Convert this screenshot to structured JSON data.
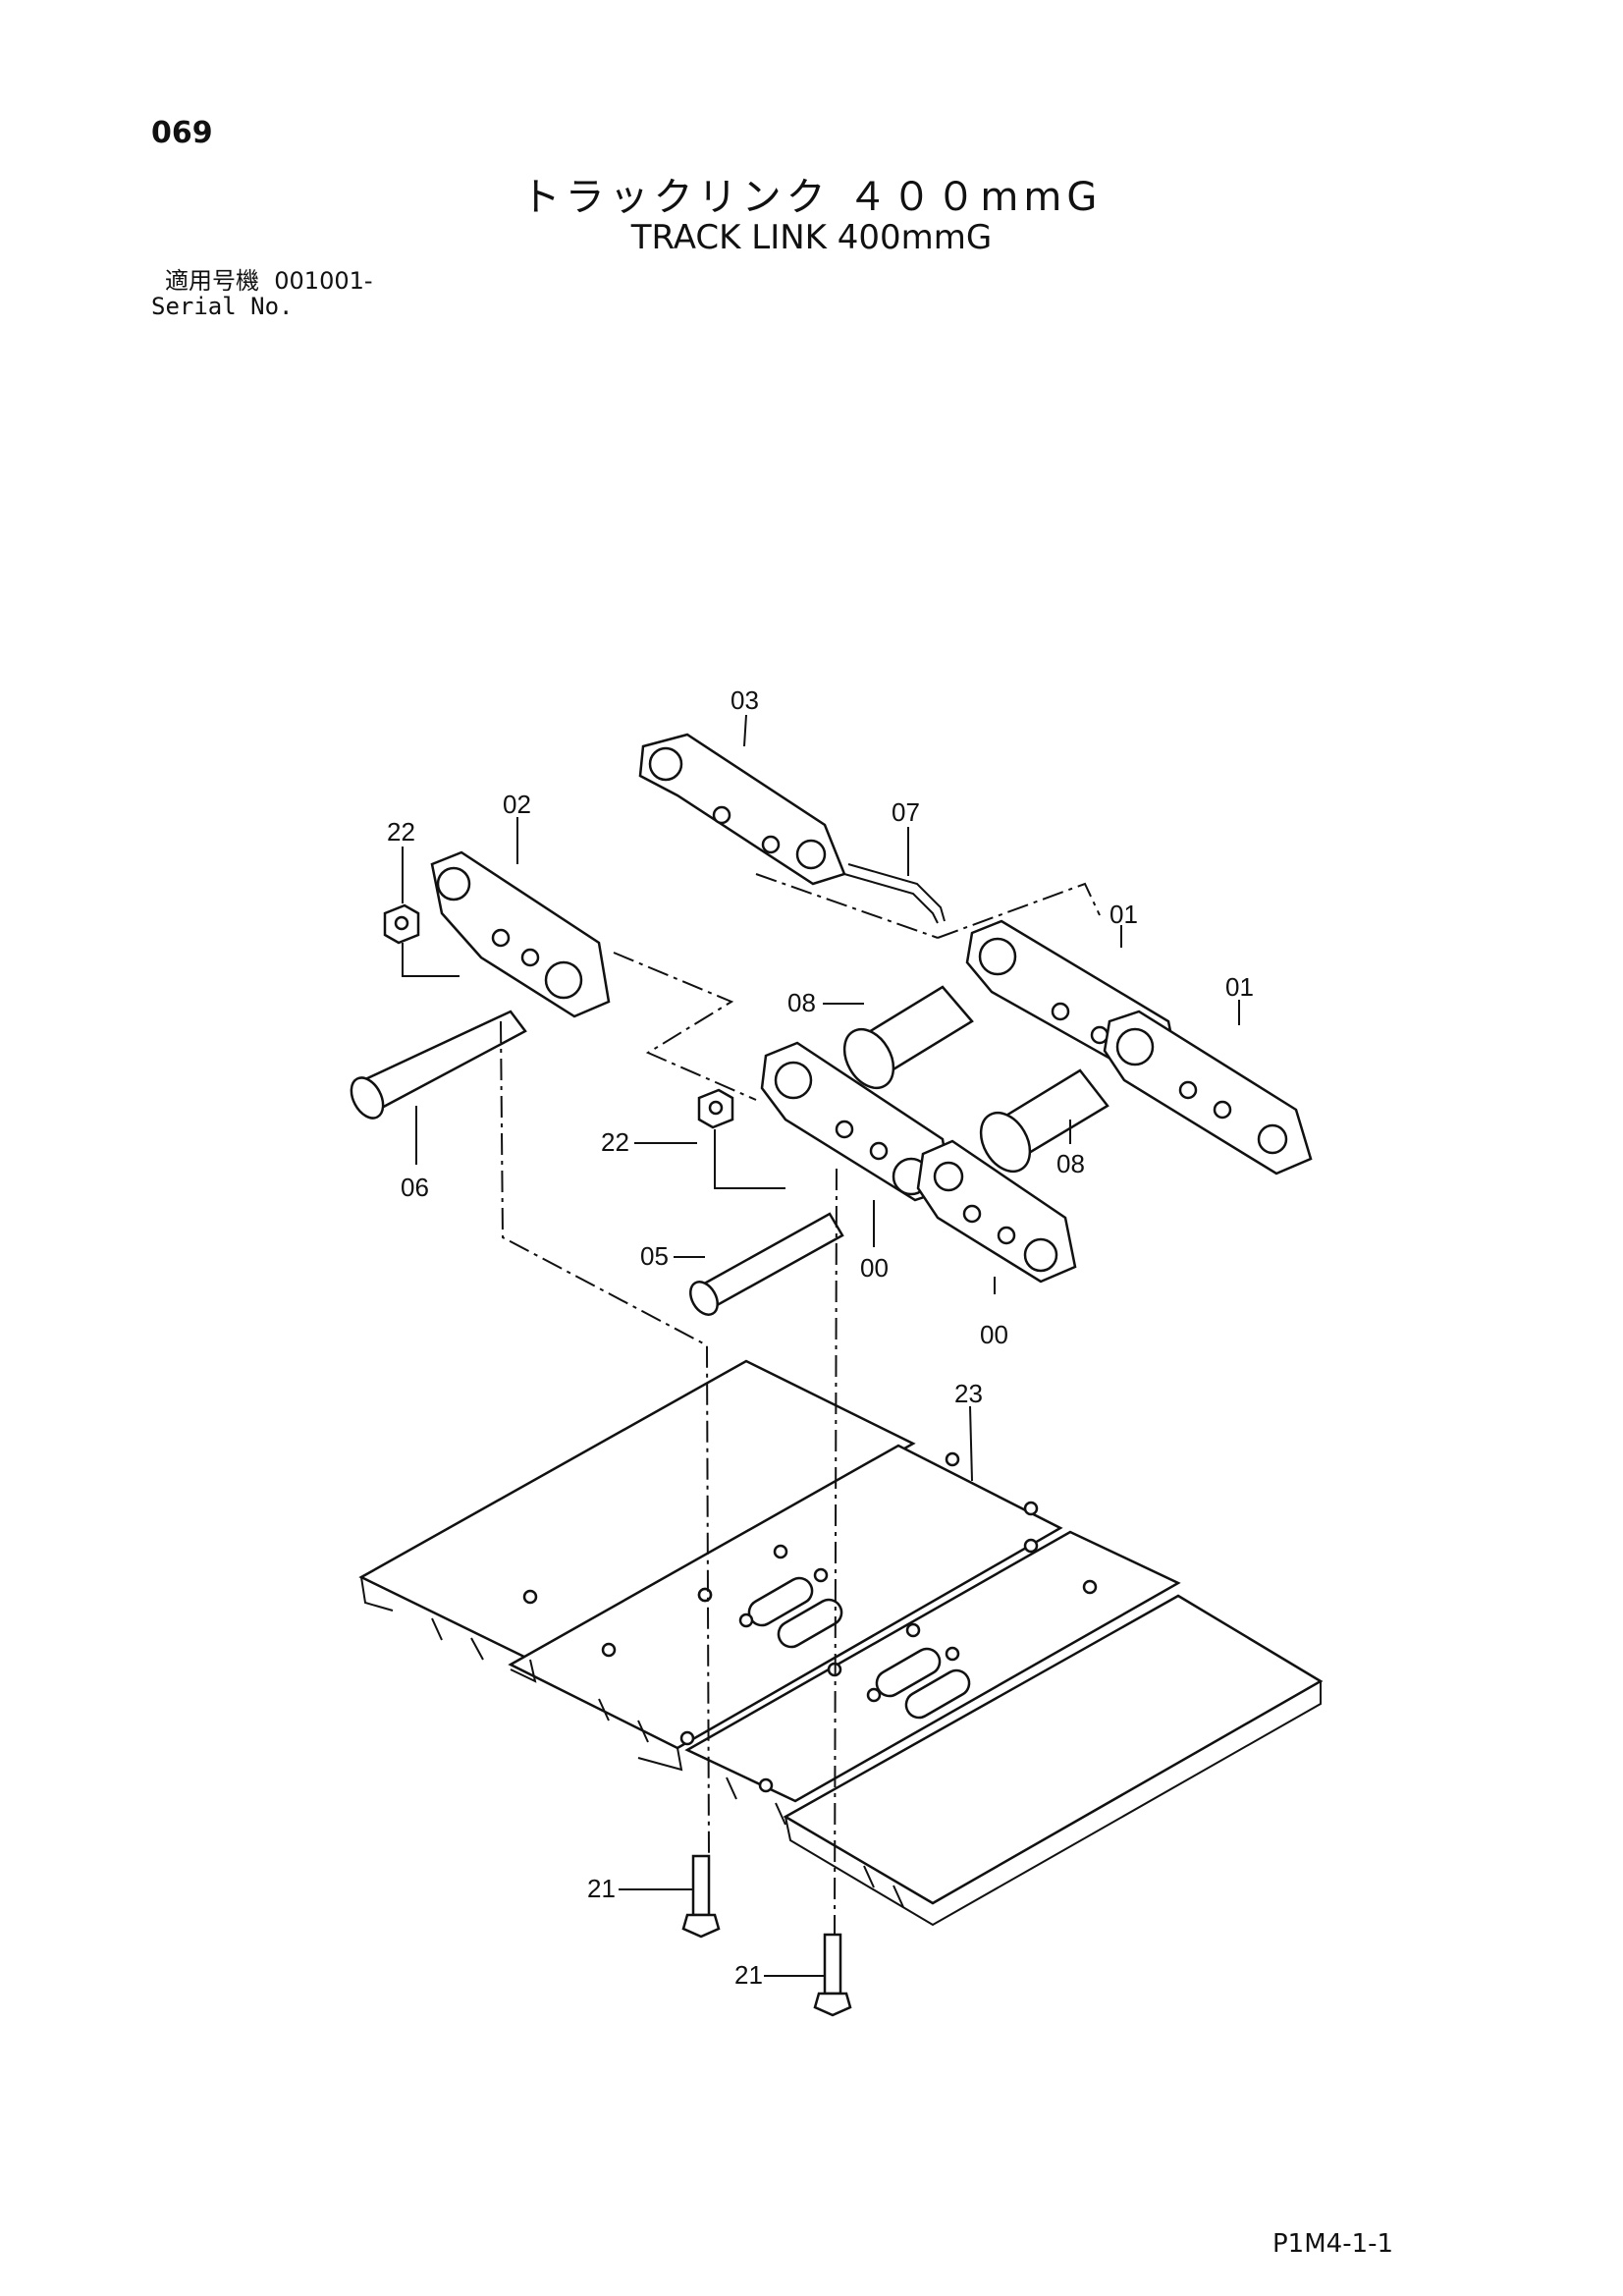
{
  "header": {
    "page_number": "069",
    "title_jp": "トラックリンク ４００mmG",
    "title_en": "TRACK LINK 400mmG",
    "serial_label_jp": "適用号機",
    "serial_value": "001001-",
    "serial_label_en": "Serial No."
  },
  "callouts": [
    {
      "id": "c03",
      "text": "03"
    },
    {
      "id": "c02",
      "text": "02"
    },
    {
      "id": "c22a",
      "text": "22"
    },
    {
      "id": "c07",
      "text": "07"
    },
    {
      "id": "c01a",
      "text": "01"
    },
    {
      "id": "c01b",
      "text": "01"
    },
    {
      "id": "c08a",
      "text": "08"
    },
    {
      "id": "c08b",
      "text": "08"
    },
    {
      "id": "c22b",
      "text": "22"
    },
    {
      "id": "c06",
      "text": "06"
    },
    {
      "id": "c05",
      "text": "05"
    },
    {
      "id": "c00a",
      "text": "00"
    },
    {
      "id": "c00b",
      "text": "00"
    },
    {
      "id": "c23",
      "text": "23"
    },
    {
      "id": "c21a",
      "text": "21"
    },
    {
      "id": "c21b",
      "text": "21"
    }
  ],
  "footer": {
    "code": "P1M4-1-1"
  }
}
